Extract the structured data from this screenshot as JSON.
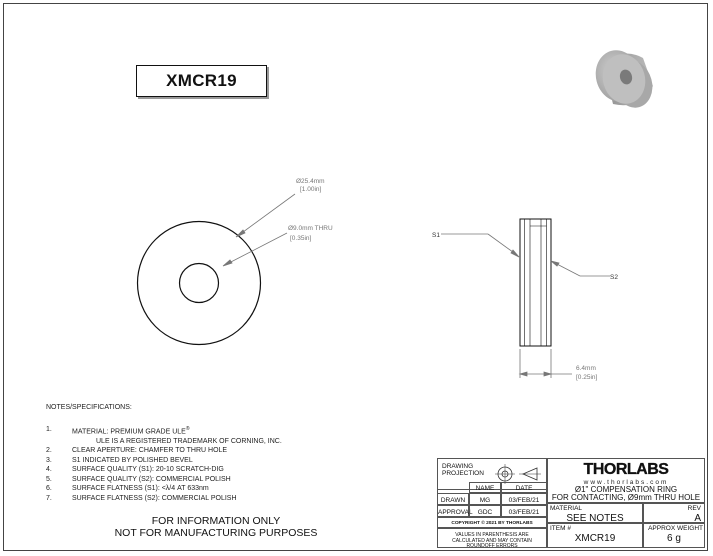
{
  "part_number": "XMCR19",
  "dimensions": {
    "outer_diameter_mm": "Ø25.4mm",
    "outer_diameter_in": "[1.00in]",
    "bore_mm": "Ø9.0mm THRU",
    "bore_in": "[0.35in]",
    "thickness_mm": "6.4mm",
    "thickness_in": "[0.25in]",
    "surface_1": "S1",
    "surface_2": "S2"
  },
  "notes": {
    "heading": "NOTES/SPECIFICATIONS:",
    "items": [
      {
        "num": "1.",
        "text": "MATERIAL: PREMIUM GRADE ULE",
        "sup": "®"
      },
      {
        "num": "",
        "text": "ULE IS A REGISTERED TRADEMARK OF CORNING, INC."
      },
      {
        "num": "2.",
        "text": "CLEAR APERTURE: CHAMFER TO THRU HOLE"
      },
      {
        "num": "3.",
        "text": "S1 INDICATED BY POLISHED BEVEL"
      },
      {
        "num": "4.",
        "text": "SURFACE QUALITY (S1): 20-10 SCRATCH-DIG"
      },
      {
        "num": "5.",
        "text": "SURFACE QUALITY (S2): COMMERCIAL POLISH"
      },
      {
        "num": "6.",
        "text": "SURFACE FLATNESS (S1): <λ/4 AT 633nm"
      },
      {
        "num": "7.",
        "text": "SURFACE FLATNESS (S2): COMMERCIAL POLISH"
      }
    ]
  },
  "disclaimer": {
    "line1": "FOR INFORMATION ONLY",
    "line2": "NOT FOR MANUFACTURING PURPOSES"
  },
  "title_block": {
    "drawing_projection": "DRAWING PROJECTION",
    "col_name": "NAME",
    "col_date": "DATE",
    "drawn_label": "DRAWN",
    "drawn_name": "MG",
    "drawn_date": "03/FEB/21",
    "approval_label": "APPROVAL",
    "approval_name": "GDC",
    "approval_date": "03/FEB/21",
    "copyright": "COPYRIGHT © 2021 BY THORLABS",
    "values_note": "VALUES IN PARENTHESIS ARE CALCULATED AND MAY CONTAIN ROUNDOFF ERRORS",
    "brand": "THORLABS",
    "website": "www.thorlabs.com",
    "desc_line1": "Ø1\" COMPENSATION RING",
    "desc_line2": "FOR CONTACTING, Ø9mm THRU HOLE",
    "material_label": "MATERIAL",
    "material_value": "SEE NOTES",
    "rev_label": "REV",
    "rev_value": "A",
    "item_label": "ITEM #",
    "item_value": "XMCR19",
    "weight_label": "APPROX WEIGHT",
    "weight_value": "6 g"
  }
}
